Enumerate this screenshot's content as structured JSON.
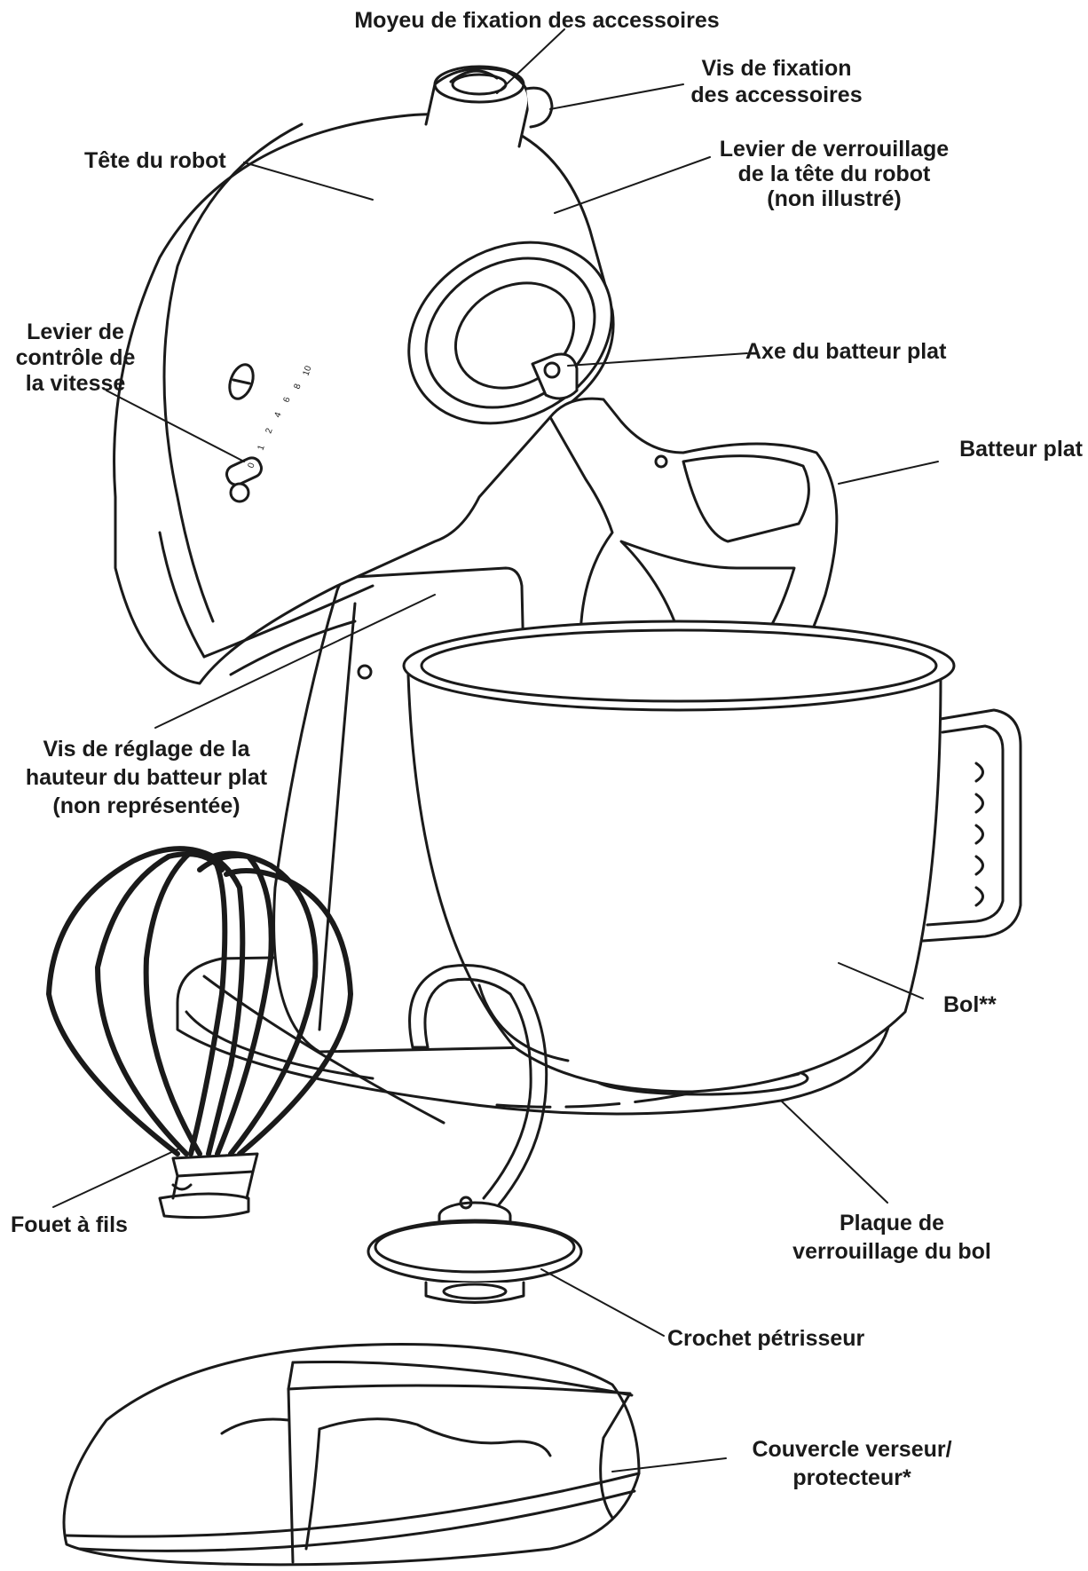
{
  "labels": {
    "attachment_hub": [
      "Moyeu de fixation des accessoires"
    ],
    "attachment_knob": [
      "Vis de fixation",
      "des accessoires"
    ],
    "motor_head": [
      "Tête du robot"
    ],
    "head_locking_lever": [
      "Levier de verrouillage",
      "de la tête du robot",
      "(non illustré)"
    ],
    "speed_control": [
      "Levier de",
      "contrôle de",
      "la vitesse"
    ],
    "beater_shaft": [
      "Axe du batteur plat"
    ],
    "flat_beater": [
      "Batteur plat"
    ],
    "height_screw": [
      "Vis de réglage de la",
      "hauteur du batteur plat",
      "(non représentée)"
    ],
    "bowl": [
      "Bol**"
    ],
    "wire_whip": [
      "Fouet à fils"
    ],
    "bowl_clamping_plate": [
      "Plaque de",
      "verrouillage du bol"
    ],
    "dough_hook": [
      "Crochet pétrisseur"
    ],
    "pouring_shield": [
      "Couvercle verseur/",
      "protecteur*"
    ]
  },
  "speed_dial": [
    "0",
    "1",
    "2",
    "4",
    "6",
    "8",
    "10"
  ],
  "colors": {
    "line": "#1a1a1a",
    "background": "#ffffff"
  }
}
